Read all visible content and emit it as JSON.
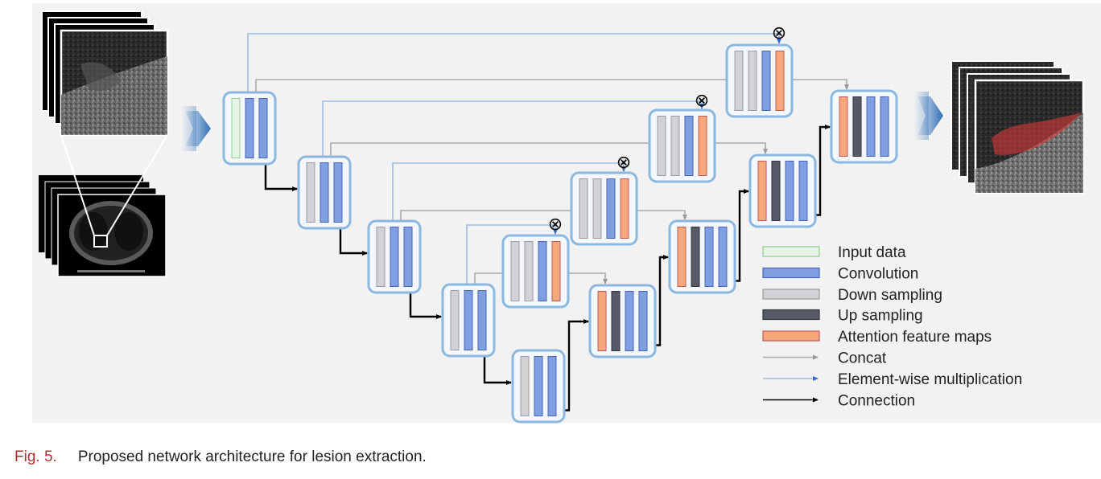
{
  "caption": {
    "figure_label": "Fig. 5.",
    "text": "Proposed network architecture for lesion extraction."
  },
  "legend": {
    "items": [
      {
        "label": "Input data",
        "kind": "input"
      },
      {
        "label": "Convolution",
        "kind": "conv"
      },
      {
        "label": "Down sampling",
        "kind": "down"
      },
      {
        "label": "Up sampling",
        "kind": "up"
      },
      {
        "label": "Attention feature maps",
        "kind": "attn"
      },
      {
        "label": "Concat",
        "kind": "concat-arrow"
      },
      {
        "label": "Element-wise multiplication",
        "kind": "mult-arrow"
      },
      {
        "label": "Connection",
        "kind": "conn-arrow"
      }
    ]
  },
  "colors": {
    "background": "#f2f2f2",
    "block_border": "#8ab8e0",
    "input": "#e6f3e6",
    "input_border": "#8fcf8f",
    "conv": "#7f9fe0",
    "down": "#d2d2d4",
    "up": "#555a66",
    "attn": "#f4a87c",
    "concat_line": "#aaaaaa",
    "mult_line": "#9dbbe4",
    "connection": "#000000",
    "flow_arrow": "#2e6fb8",
    "lesion": "#d83a3a"
  },
  "blocks": [
    {
      "id": "enc1",
      "layers": [
        "input",
        "conv",
        "conv"
      ]
    },
    {
      "id": "enc2",
      "layers": [
        "down",
        "conv",
        "conv"
      ]
    },
    {
      "id": "enc3",
      "layers": [
        "down",
        "conv",
        "conv"
      ]
    },
    {
      "id": "enc4",
      "layers": [
        "down",
        "conv",
        "conv"
      ]
    },
    {
      "id": "bottleneck",
      "layers": [
        "down",
        "conv",
        "conv"
      ]
    },
    {
      "id": "att4",
      "layers": [
        "down",
        "down",
        "conv",
        "attn"
      ]
    },
    {
      "id": "att3",
      "layers": [
        "down",
        "down",
        "conv",
        "attn"
      ]
    },
    {
      "id": "att2",
      "layers": [
        "down",
        "down",
        "conv",
        "attn"
      ]
    },
    {
      "id": "att1",
      "layers": [
        "down",
        "down",
        "conv",
        "attn"
      ]
    },
    {
      "id": "dec4",
      "layers": [
        "attn",
        "up",
        "conv",
        "conv"
      ]
    },
    {
      "id": "dec3",
      "layers": [
        "attn",
        "up",
        "conv",
        "conv"
      ]
    },
    {
      "id": "dec2",
      "layers": [
        "attn",
        "up",
        "conv",
        "conv"
      ]
    },
    {
      "id": "dec1",
      "layers": [
        "attn",
        "up",
        "conv",
        "conv"
      ]
    }
  ],
  "multiply_symbol": "⊗"
}
